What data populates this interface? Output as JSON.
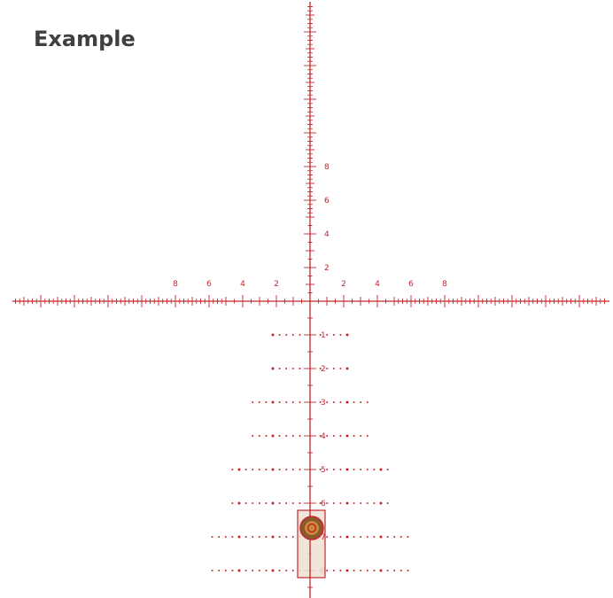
{
  "title": "Example",
  "colors": {
    "reticle": "#c0282d",
    "box_fill": "#eee0d3",
    "box_stroke": "#c0282d",
    "target_outer": "#8b5a2b",
    "target_inner": "#c0282d"
  },
  "horizontal_labels": [
    "8",
    "6",
    "4",
    "2",
    "2",
    "4",
    "6",
    "8"
  ],
  "vertical_labels": [
    "8",
    "6",
    "4",
    "2"
  ],
  "holdover_rows": [
    {
      "label": "1",
      "dots": 10
    },
    {
      "label": "2",
      "dots": 10
    },
    {
      "label": "3",
      "dots": 16
    },
    {
      "label": "4",
      "dots": 16
    },
    {
      "label": "5",
      "dots": 22
    },
    {
      "label": "6",
      "dots": 22
    },
    {
      "label": "7",
      "dots": 28
    },
    {
      "label": "8",
      "dots": 28
    }
  ],
  "target_icon": "bullseye-icon"
}
